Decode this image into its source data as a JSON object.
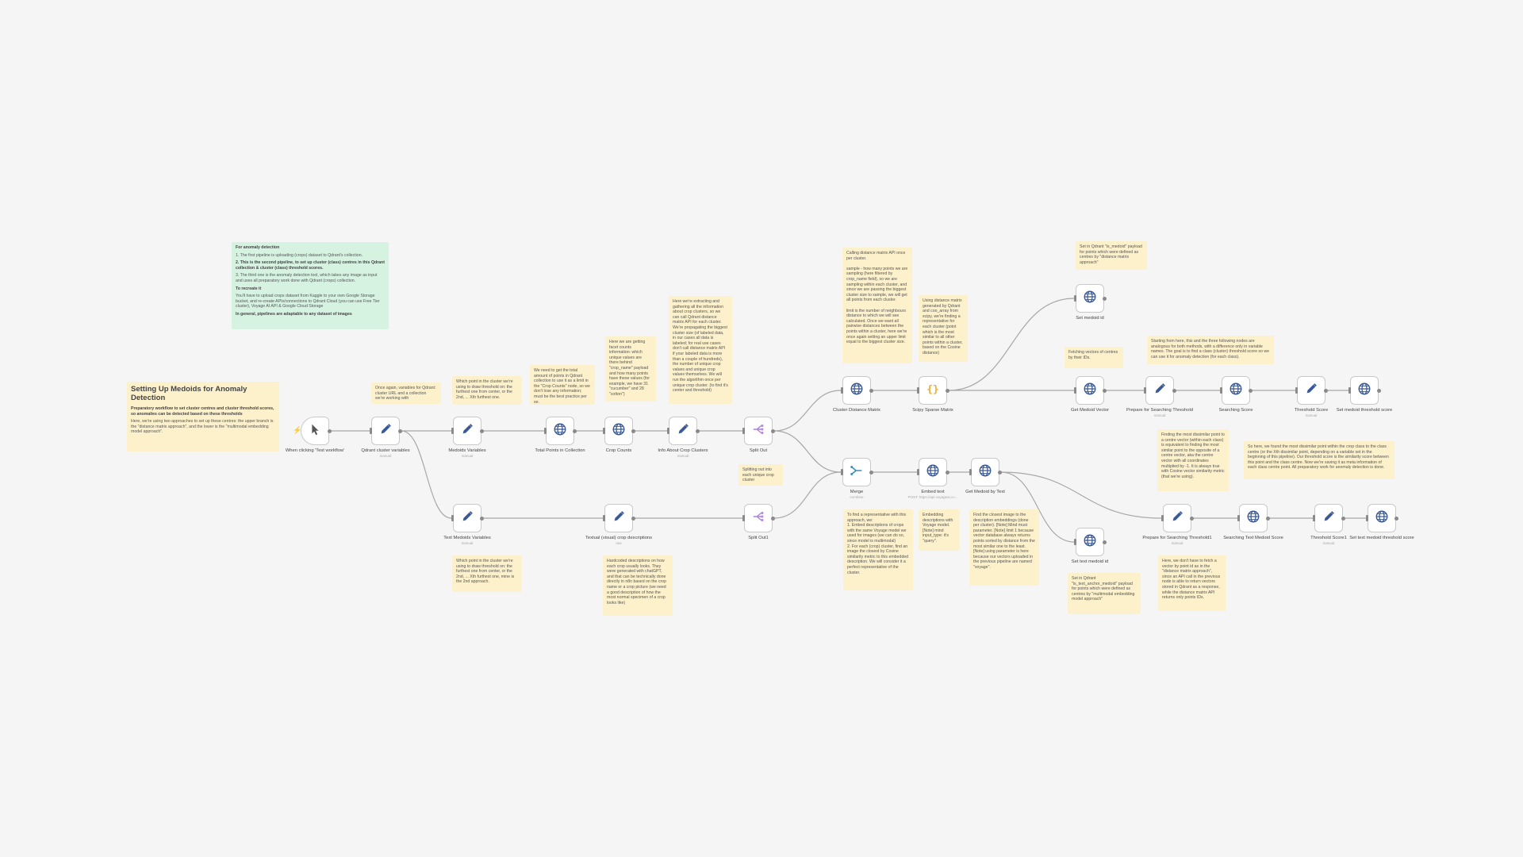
{
  "colors": {
    "background": "#f5f5f5",
    "sticky_yellow": "#fdf1cc",
    "sticky_green": "#d6f3e2",
    "node_border": "#c9c9c9",
    "icon_blue": "#3b5a95",
    "icon_orange": "#f5a623",
    "icon_purple": "#b084d8",
    "accent": "#ff6d5a"
  },
  "nodes": [
    {
      "id": "trigger",
      "label": "When clicking 'Test workflow'",
      "sub": "",
      "icon": "pointer-icon"
    },
    {
      "id": "qdrant_vars",
      "label": "Qdrant cluster variables",
      "sub": "manual",
      "icon": "pencil-icon"
    },
    {
      "id": "medoids_vars",
      "label": "Medoids Variables",
      "sub": "manual",
      "icon": "pencil-icon"
    },
    {
      "id": "total_points",
      "label": "Total Points in Collection",
      "sub": "",
      "icon": "globe-icon"
    },
    {
      "id": "crop_counts",
      "label": "Crop Counts",
      "sub": "",
      "icon": "globe-icon"
    },
    {
      "id": "info_crops",
      "label": "Info About Crop Clusters",
      "sub": "manual",
      "icon": "pencil-icon"
    },
    {
      "id": "split_out",
      "label": "Split Out",
      "sub": "",
      "icon": "split-icon"
    },
    {
      "id": "cluster_dist",
      "label": "Cluster Distance Matrix",
      "sub": "",
      "icon": "globe-icon"
    },
    {
      "id": "scipy",
      "label": "Scipy Sparse Matrix",
      "sub": "",
      "icon": "braces-icon"
    },
    {
      "id": "set_medoid_id",
      "label": "Set medoid id",
      "sub": "",
      "icon": "globe-icon"
    },
    {
      "id": "get_medoid_vec",
      "label": "Get Medoid Vector",
      "sub": "",
      "icon": "globe-icon"
    },
    {
      "id": "prep_thresh",
      "label": "Prepare for Searching Threshold",
      "sub": "manual",
      "icon": "pencil-icon"
    },
    {
      "id": "search_score",
      "label": "Searching Score",
      "sub": "",
      "icon": "globe-icon"
    },
    {
      "id": "thresh_score",
      "label": "Threshold Score",
      "sub": "manual",
      "icon": "pencil-icon"
    },
    {
      "id": "set_medoid_thresh",
      "label": "Set medoid threshold score",
      "sub": "",
      "icon": "globe-icon"
    },
    {
      "id": "merge",
      "label": "Merge",
      "sub": "combine",
      "icon": "merge-icon"
    },
    {
      "id": "embed_text",
      "label": "Embed text",
      "sub": "POST: https://api.voyageai.co...",
      "icon": "globe-icon"
    },
    {
      "id": "get_medoid_text",
      "label": "Get Medoid by Text",
      "sub": "",
      "icon": "globe-icon"
    },
    {
      "id": "set_text_medoid",
      "label": "Set text medoid id",
      "sub": "",
      "icon": "globe-icon"
    },
    {
      "id": "prep_thresh1",
      "label": "Prepare for Searching Threshold1",
      "sub": "manual",
      "icon": "pencil-icon"
    },
    {
      "id": "search_text_medoid",
      "label": "Searching Text Medoid Score",
      "sub": "",
      "icon": "globe-icon"
    },
    {
      "id": "thresh_score1",
      "label": "Threshold Score1",
      "sub": "manual",
      "icon": "pencil-icon"
    },
    {
      "id": "set_text_thresh",
      "label": "Set text medoid threshold score",
      "sub": "",
      "icon": "globe-icon"
    },
    {
      "id": "text_medoids_vars",
      "label": "Text Medoids Variables",
      "sub": "manual",
      "icon": "pencil-icon"
    },
    {
      "id": "textual_desc",
      "label": "Textual (visual) crop descriptions",
      "sub": "raw",
      "icon": "pencil-icon"
    },
    {
      "id": "split_out1",
      "label": "Split Out1",
      "sub": "",
      "icon": "split-icon"
    }
  ],
  "notes": {
    "title_note": {
      "title": "Setting Up Medoids for Anomaly Detection",
      "bold": "Preparatory workflow to set cluster centres and cluster threshold scores, so anomalies can be detected based on these thresholds",
      "body": "Here, we're using two approaches to set up these centres: the upper branch is the \"distance matrix approach\", and the lower is the \"multimodal embedding model approach\"."
    },
    "green_note": {
      "heading": "For anomaly detection",
      "items": [
        "1. The first pipeline is uploading (crops) dataset to Qdrant's collection.",
        "2. This is the second pipeline, to set up cluster (class) centres in this Qdrant collection & cluster (class) threshold scores.",
        "3. The third one is the anomaly detection tool, which takes any image as input and uses all preparatory work done with Qdrant (crops) collection."
      ],
      "recreate_heading": "To recreate it",
      "recreate_body": "You'll have to upload crops dataset from Kaggle to your own Google Storage bucket, and re-create APIs/connections to Qdrant Cloud (you can use Free Tier cluster), Voyage AI API & Google Cloud Storage",
      "footer": "In general, pipelines are adaptable to any dataset of images"
    },
    "qdrant_vars_note": "Once again, variables for Qdrant: cluster URL and a collection we're working with",
    "medoids_note": "Which point in the cluster we're using to draw threshold on: the furthest one from center, or the 2nd, ... Xth furthest one.",
    "total_points_note": "We need to get the total amount of points in Qdrant collection to use it as a limit in the \"Crop Counts\" node, so we don't lose any information; must be the best practice per se.",
    "crop_counts_note": "Here we are getting facet counts information: which unique values are there behind \"crop_name\" payload and how many points have these values (for example, we have 31 \"cucumber\" and 28 \"cotton\")",
    "info_crops_note": "Here we're extracting and gathering all the information about crop clusters, so we can call Qdrant distance matrix API for each cluster. We're propagating the biggest cluster size (of labeled data, in our cases all data is labeled; for real use cases don't call distance matrix API if your labeled data is more than a couple of hundreds), the number of unique crop values and unique crop values themselves. We will run the algorithm once per unique crop cluster. (to find it's center and threshold)",
    "split_note": "Splitting out into each unique crop cluster",
    "cluster_dist_note": "Calling distance matrix API once per cluster.\n\nsample - how many points we are sampling (here filtered by crop_name field), so we are sampling within each cluster, and since we are passing the biggest cluster size to sample, we will get all points from each cluster.\n\nlimit is the number of neighbours distance to which we will see calculated. Once we want all pairwise distances between the points within a cluster, here we're once again setting an upper limit equal to the biggest cluster size.",
    "scipy_note": "Using distance matrix generated by Qdrant and coo_array from scipy, we're finding a representative for each cluster (point which is the most similar to all other points within a cluster, based on the Cosine distance)",
    "set_medoid_note": "Set in Qdrant \"is_medoid\" payload for points which were defined as centres by \"distance matrix approach\"",
    "fetch_vectors_note": "Fetching vectors of centres by their IDs.",
    "starting_note": "Starting from here, this and the three following nodes are analogous for both methods, with a difference only in variable names. The goal is to find a class (cluster) threshold score so we can use it for anomaly detection (for each class).",
    "dissimilar_note": "Finding the most dissimilar point to a centre vector (within each class) is equivalent to finding the most similar point to the opposite of a centre vector, aka the centre vector with all coordinates multiplied by -1. It is always true with Cosine vector similarity metric (that we're using).",
    "found_note": "So here, we found the most dissimilar point within the crop class to the class centre (or the Xth dissimilar point, depending on a variable set in the beginning of this pipeline). Our threshold score is the similarity score between this point and the class centre. Now we're saving it as meta information of each class centre point. All preparatory work for anomaly detection is done.",
    "representative_note": "To find a representative with this approach, we:\n1. Embed descriptions of crops with the same Voyage model we used for images (we can do so, since model is multimodal)\n2. For each (crop) cluster, find an image the closest by Cosine similarity metric to this embedded description. We will consider it a perfect representative of the cluster.",
    "embedding_note": "Embedding descriptions with Voyage model. [Note] mind input_type: it's \"query\".",
    "closest_image_note": "Find the closest image to the description embeddings (done per cluster). [Note] Mind must parameter. [Note] limit 1 because vector database always returns points sorted by distance from the most similar one to the least. [Note] using parameter is here because our vectors uploaded in the previous pipeline are named \"voyage\".",
    "text_medoid_note": "Set in Qdrant \"is_text_anchor_medoid\" payload for points which were defined as centres by \"multimodal embedding model approach\"",
    "no_fetch_note": "Here, we don't have to fetch a vector by point id as in the \"distance matrix approach\", since an API call in the previous node is able to return vectors stored in Qdrant as a response, while the distance matrix API returns only points IDs.",
    "text_medoids_vars_note": "Which point in the cluster we're using to draw threshold on: the furthest one from center, or the 2nd, ... Xth furthest one, mine is the 2nd approach.",
    "hardcoded_note": "Hardcoded descriptions on how each crop usually looks. They were generated with chatGPT, and that can be technically done directly in n8n based on the crop name or a crop picture (we need a good description of how the most normal specimen of a crop looks like)"
  }
}
